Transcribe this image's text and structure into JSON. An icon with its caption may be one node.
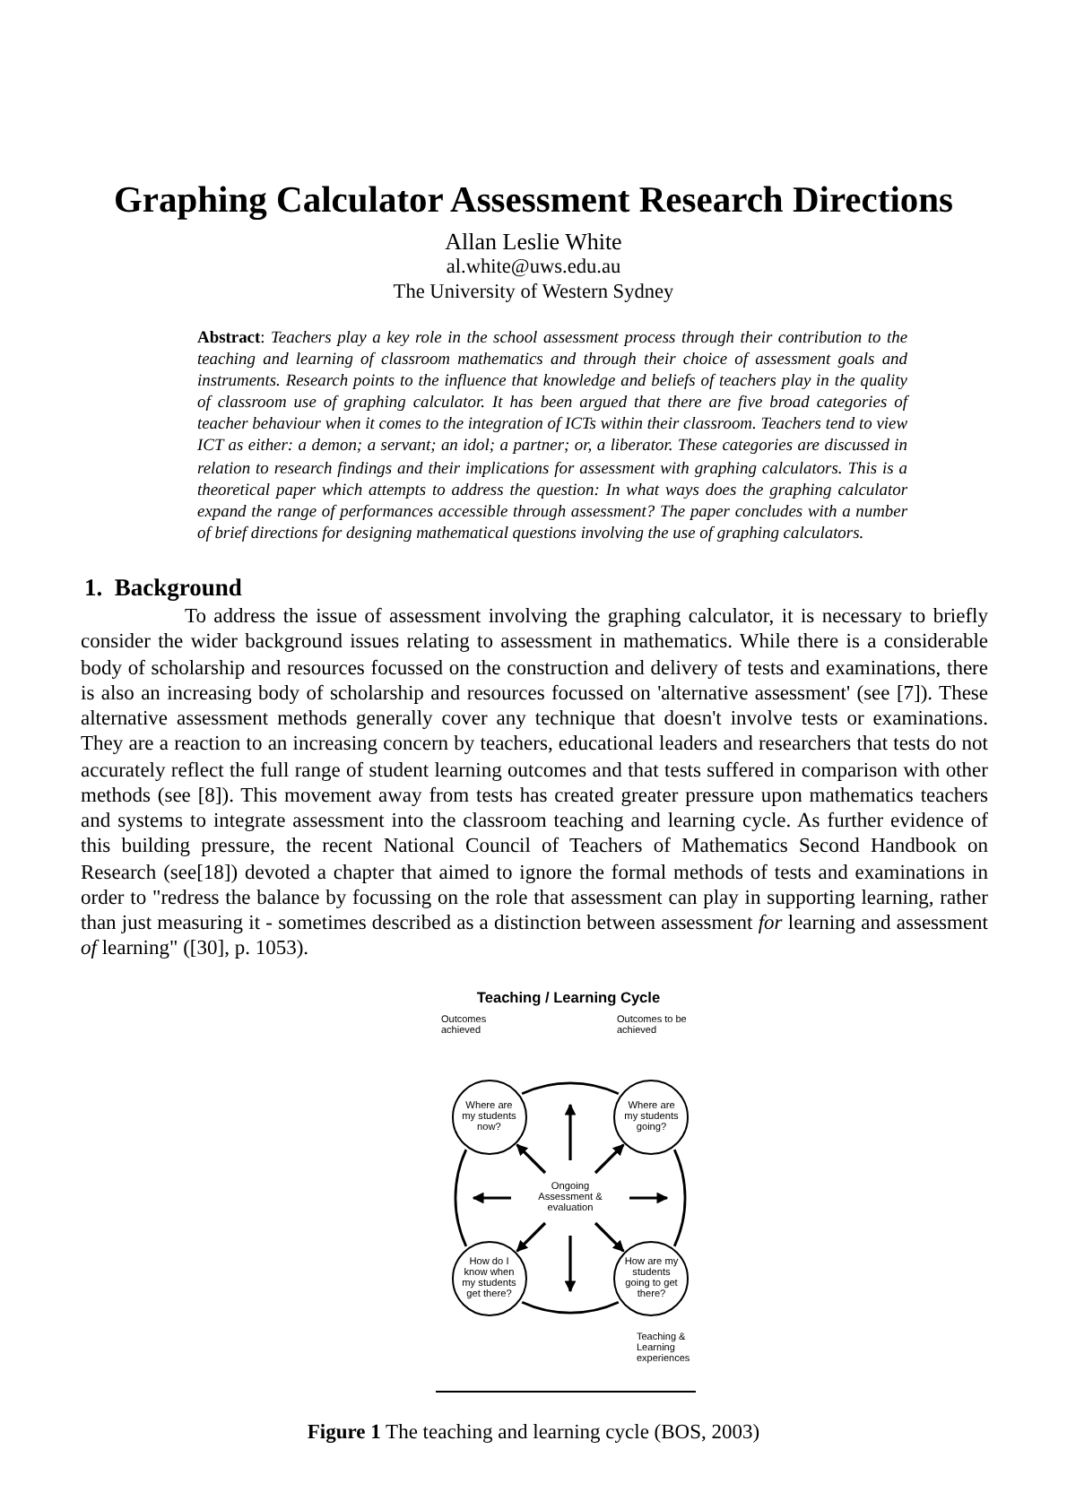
{
  "diagram": {
    "title": "Graphing Calculator Assessment Research Directions",
    "caption": "**Figure 1** The teaching and learning cycle (BOS, 2003)",
    "nodes": [
      {
        "text": [
          "Ongoing Assessment & evaluation"
        ]
      },
      {
        "text": [
          "Where are my students now?"
        ]
      },
      {
        "text": [
          "Where are my students going?"
        ]
      },
      {
        "text": [
          "How do I know when my students get there?"
        ]
      },
      {
        "text": [
          "How are my students going to get there?"
        ]
      }
    ],
    "edges": [
      {
        "from": 0,
        "to": 1,
        "arrow": "to"
      },
      {
        "from": 0,
        "to": 2,
        "arrow": "to"
      },
      {
        "from": 0,
        "to": 3,
        "arrow": "to"
      },
      {
        "from": 0,
        "to": 4,
        "arrow": "to"
      },
      {
        "from": 1,
        "to": 2,
        "arrow": "none"
      },
      {
        "from": 2,
        "to": 4,
        "arrow": "none"
      },
      {
        "from": 4,
        "to": 3,
        "arrow": "none"
      },
      {
        "from": 3,
        "to": 1,
        "arrow": "none"
      }
    ],
    "labels": [
      "Allan Leslie White",
      "al.white@uws.edu.au",
      "The University of Western Sydney",
      "**Abstract**: *Teachers play a key role in the school assessment process through their contribution to the teaching and learning of classroom mathematics and through their choice of assessment goals and instruments. Research points to the influence that knowledge and beliefs of teachers play in the quality of classroom use of graphing calculator.  It has been argued that there are five broad categories of teacher behaviour when it comes to the integration of ICTs within their classroom. Teachers tend to view ICT as either: a demon; a servant; an idol; a partner; or, a liberator. These categories are discussed in relation to research findings and their implications for assessment with graphing calculators. This is a theoretical paper which attempts to address the question: In what ways does the graphing calculator expand the range of performances accessible through assessment? The paper concludes with a number of brief directions for designing mathematical questions involving the use of graphing calculators.*",
      "1.  Background",
      "To address the issue of assessment involving the graphing calculator, it is necessary to briefly consider the wider background issues relating to assessment in mathematics. While there is a considerable body of scholarship and resources focussed on the construction and delivery of tests and examinations, there is also an increasing body of scholarship and resources focussed on 'alternative assessment' (see [7]).  These alternative assessment methods generally cover any technique that doesn't involve tests or examinations. They are a reaction to an increasing concern by teachers, educational leaders and researchers that tests do not accurately reflect the full range of student learning outcomes and that tests suffered in comparison with other methods (see [8]). This movement away from tests has created greater pressure upon mathematics teachers and systems to integrate assessment into the classroom teaching and learning cycle. As further evidence of this building pressure, the recent National Council of Teachers of Mathematics Second Handbook on Research (see[18]) devoted a chapter that aimed to ignore the formal methods of tests and examinations in order to \"redress the balance by focussing on the role that assessment can play in supporting learning, rather than just measuring it - sometimes described as a distinction between assessment *for* learning and assessment *of* learning\" ([30], p. 1053).",
      "Teaching / Learning Cycle",
      "Outcomes achieved",
      "Outcomes to be achieved",
      "Teaching & Learning experiences"
    ]
  }
}
